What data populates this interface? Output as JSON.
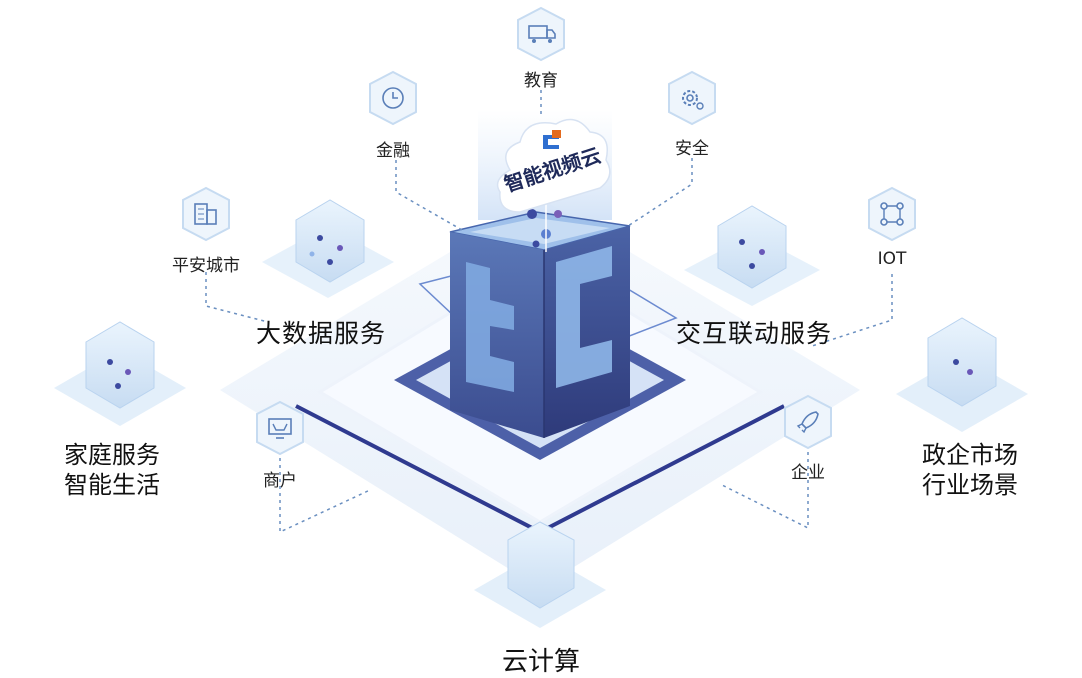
{
  "center": {
    "cloud_logo_text": "智能视频云"
  },
  "nodes": [
    {
      "id": "education",
      "label": "教育",
      "icon": "truck-icon"
    },
    {
      "id": "finance",
      "label": "金融",
      "icon": "clock-icon"
    },
    {
      "id": "security",
      "label": "安全",
      "icon": "gear-icon"
    },
    {
      "id": "safe-city",
      "label": "平安城市",
      "icon": "building-icon"
    },
    {
      "id": "iot",
      "label": "IOT",
      "icon": "network-icon"
    },
    {
      "id": "merchant",
      "label": "商户",
      "icon": "cart-icon"
    },
    {
      "id": "enterprise",
      "label": "企业",
      "icon": "rocket-icon"
    }
  ],
  "services": {
    "big_data": "大数据服务",
    "interaction": "交互联动服务",
    "cloud_computing": "云计算"
  },
  "corners": {
    "home": [
      "家庭服务",
      "智能生活"
    ],
    "government": [
      "政企市场",
      "行业场景"
    ]
  },
  "colors": {
    "primary": "#2f3a8f",
    "accent": "#4a90d9",
    "light": "#e8f1fb",
    "node_fill": "#eaf3fb",
    "dotted_line": "#6a8fc0"
  }
}
